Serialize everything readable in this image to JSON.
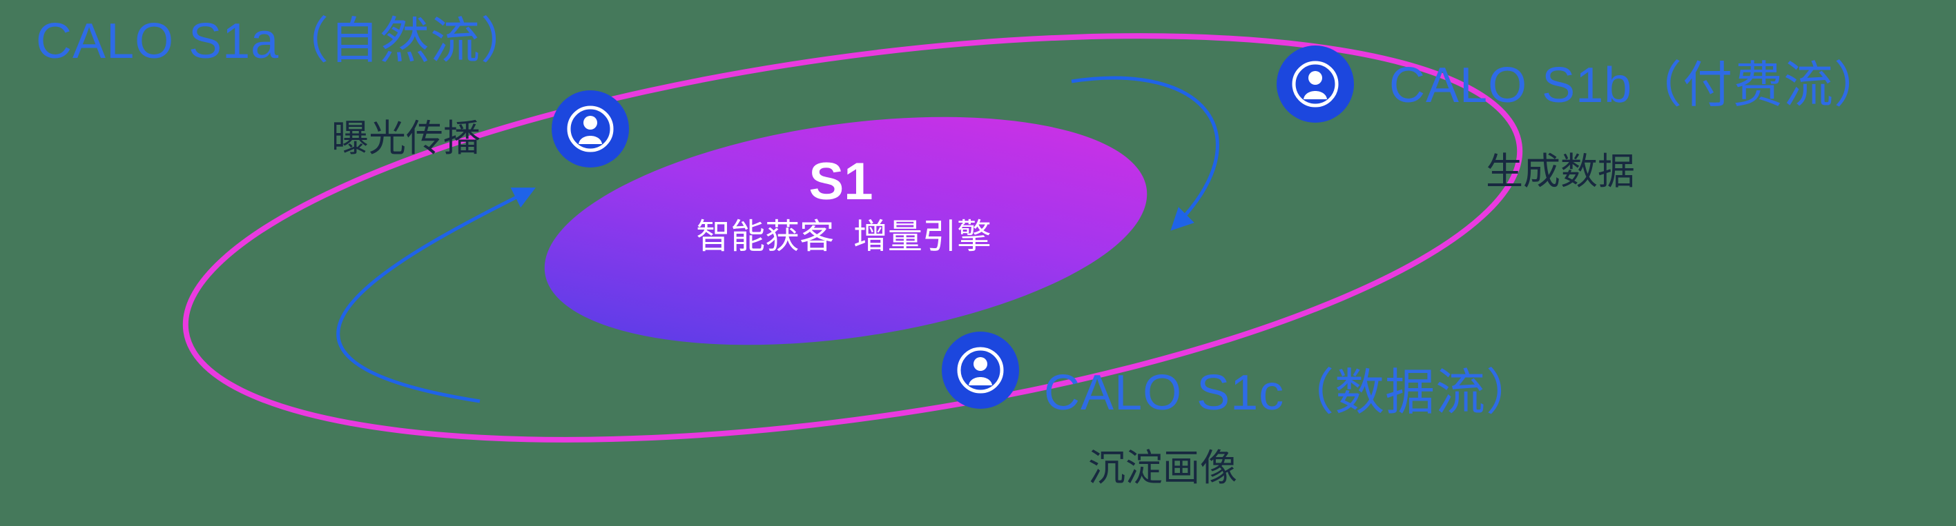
{
  "diagram": {
    "center": {
      "title": "S1",
      "subtitle": "智能获客  增量引擎"
    },
    "nodes": [
      {
        "id": "s1a",
        "label": "CALO S1a（自然流）",
        "sublabel": "曝光传播",
        "icon": "user-icon"
      },
      {
        "id": "s1b",
        "label": "CALO S1b（付费流）",
        "sublabel": "生成数据",
        "icon": "user-icon"
      },
      {
        "id": "s1c",
        "label": "CALO S1c（数据流）",
        "sublabel": "沉淀画像",
        "icon": "user-icon"
      }
    ],
    "colors": {
      "background": "#45795B",
      "label_blue": "#2E6BE6",
      "label_dark": "#182940",
      "orbit_ring": "#EA3AE0",
      "node_fill": "#1C47DE",
      "arrow": "#1F63E8",
      "core_gradient_start": "#4A3FE6",
      "core_gradient_mid": "#A236EE",
      "core_gradient_end": "#D92FE2",
      "core_text": "#FFFFFF"
    }
  }
}
